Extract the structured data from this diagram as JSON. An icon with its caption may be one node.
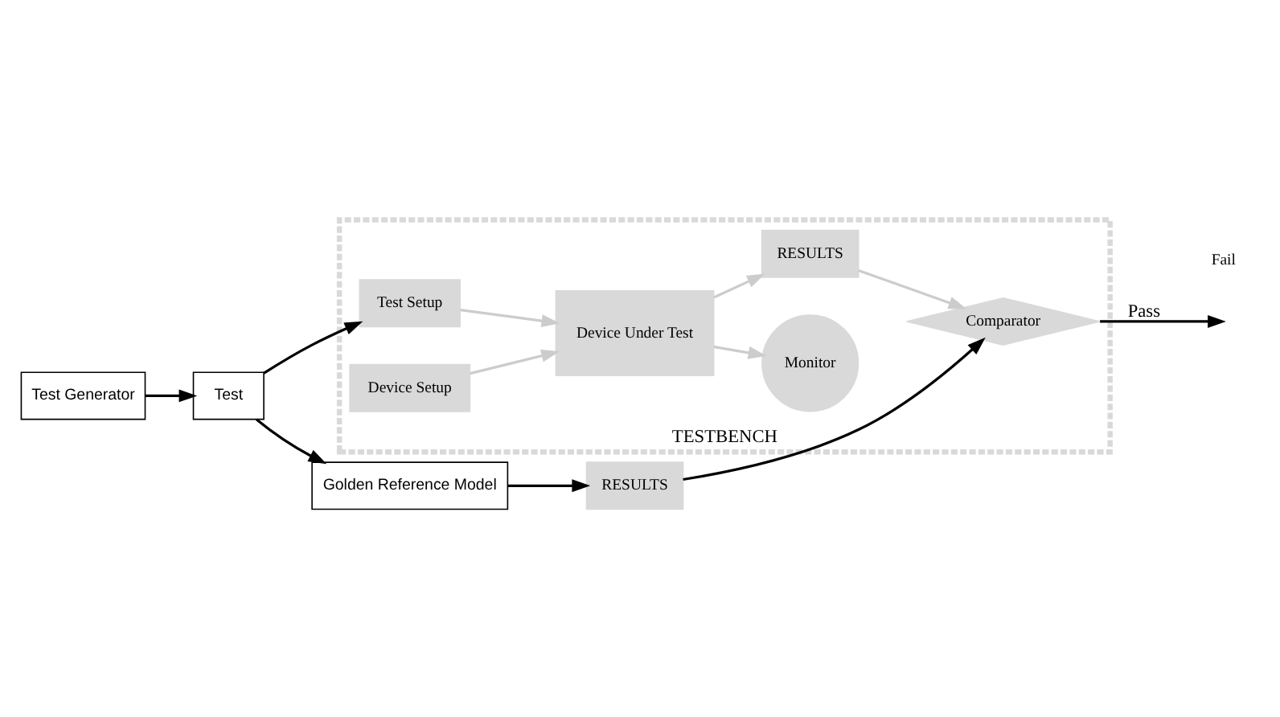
{
  "diagram": {
    "nodes": [
      {
        "text": [
          "Test Generator"
        ]
      },
      {
        "text": [
          "Test"
        ]
      },
      {
        "text": [
          "Golden Reference Model"
        ]
      },
      {
        "text": [
          "RESULTS"
        ]
      },
      {
        "text": [
          "TESTBENCH"
        ]
      },
      {
        "text": [
          "Test Setup"
        ],
        "in": 4
      },
      {
        "text": [
          "Monitor"
        ],
        "in": 4
      },
      {
        "text": [
          "Comparator"
        ],
        "in": 4
      },
      {
        "text": [
          "Device Under Test"
        ],
        "in": 4
      },
      {
        "text": [
          "RESULTS"
        ],
        "in": 4
      },
      {
        "text": [
          "Device Setup"
        ],
        "in": 4
      }
    ],
    "edges": [
      {
        "from": 0,
        "to": 1,
        "arrow": "to"
      },
      {
        "from": 1,
        "to": 2,
        "arrow": "to"
      },
      {
        "from": 2,
        "to": 3,
        "arrow": "to"
      },
      {
        "from": 1,
        "to": 5,
        "arrow": "to"
      },
      {
        "from": 3,
        "to": 7,
        "arrow": "to"
      },
      {
        "from": 5,
        "to": 8,
        "arrow": "to",
        "color": "#cccccc"
      },
      {
        "from": 10,
        "to": 8,
        "arrow": "to",
        "color": "#cccccc"
      },
      {
        "from": 8,
        "to": 6,
        "arrow": "to",
        "color": "#cccccc"
      },
      {
        "from": 8,
        "to": 9,
        "arrow": "to",
        "color": "#cccccc"
      },
      {
        "from": 9,
        "to": 7,
        "arrow": "to",
        "color": "#cccccc"
      },
      {
        "from": 7,
        "to": null,
        "arrow": "to",
        "label": "Pass"
      }
    ],
    "labels": [
      "Fail"
    ]
  }
}
